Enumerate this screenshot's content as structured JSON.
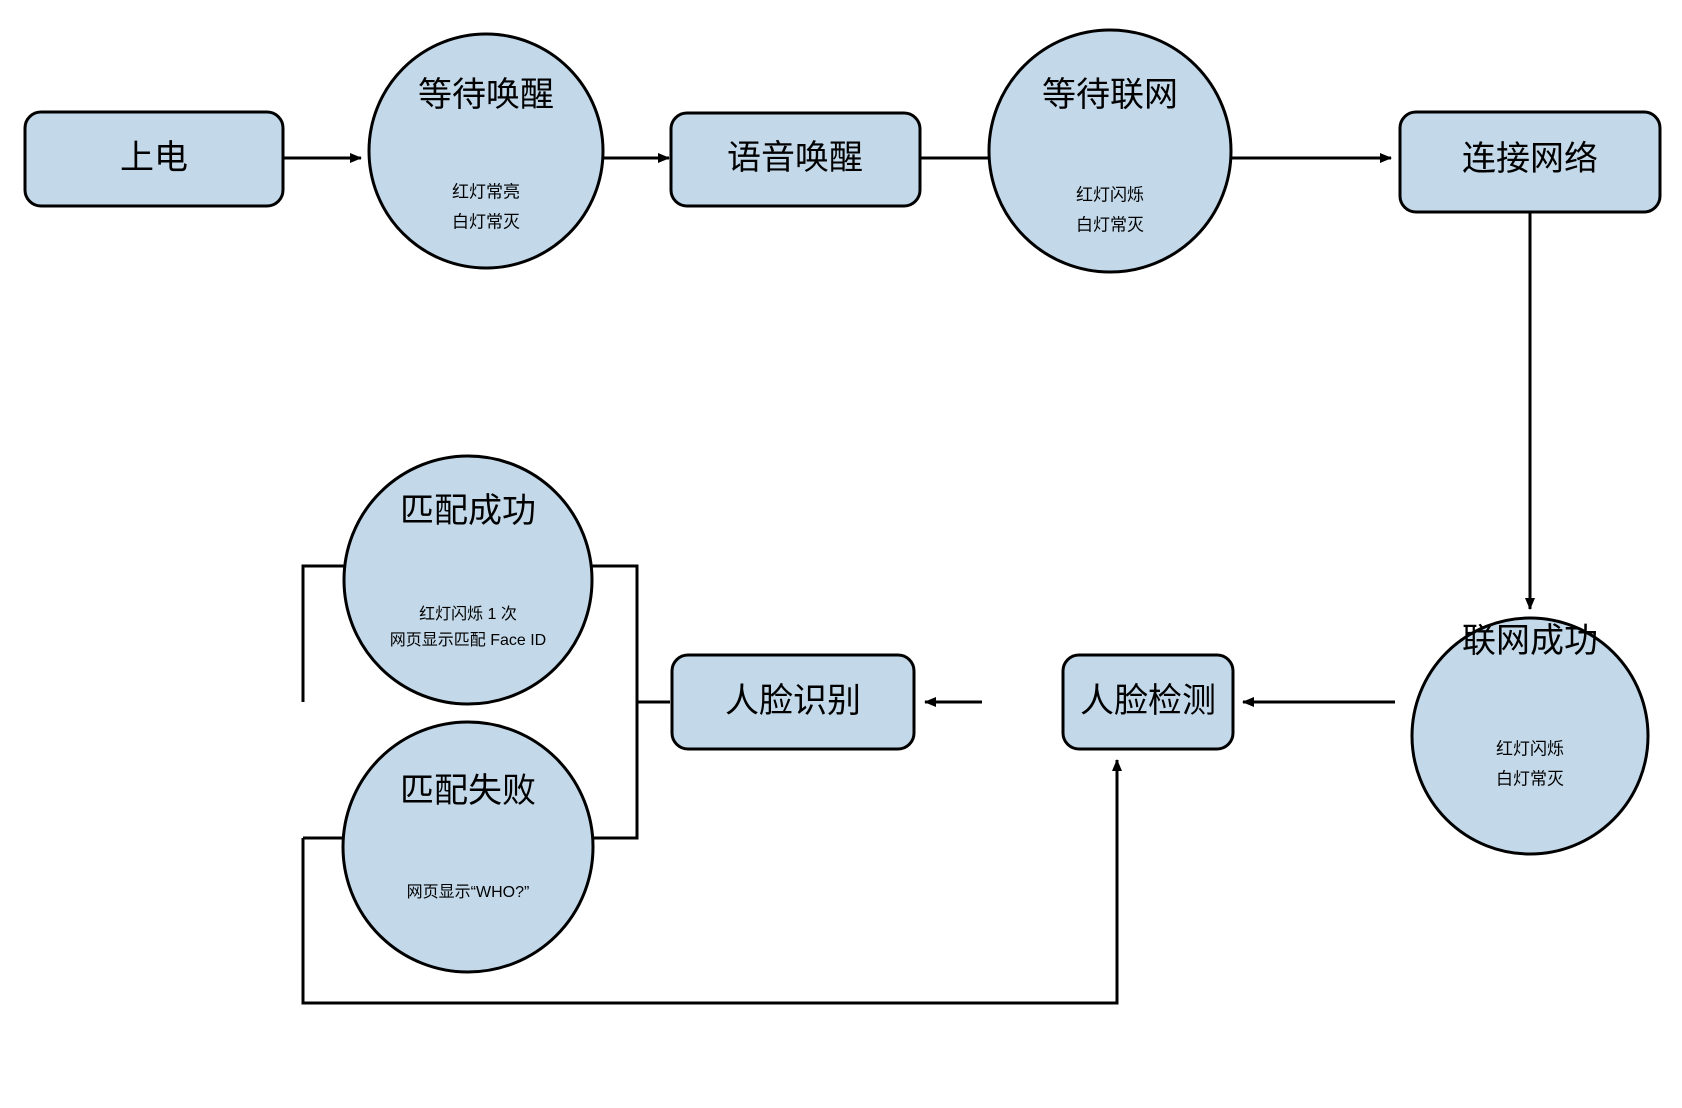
{
  "diagram": {
    "type": "flowchart",
    "background_color": "#ffffff",
    "node_fill_color": "#c3d9ea",
    "node_stroke_color": "#000000",
    "nodes": [
      {
        "id": "power-on",
        "shape": "rounded-rect",
        "title": "上电",
        "subtitle_lines": []
      },
      {
        "id": "wait-wakeup",
        "shape": "circle",
        "title": "等待唤醒",
        "subtitle_lines": [
          "红灯常亮",
          "白灯常灭"
        ]
      },
      {
        "id": "voice-wakeup",
        "shape": "rounded-rect",
        "title": "语音唤醒",
        "subtitle_lines": []
      },
      {
        "id": "wait-network",
        "shape": "circle",
        "title": "等待联网",
        "subtitle_lines": [
          "红灯闪烁",
          "白灯常灭"
        ]
      },
      {
        "id": "connect-network",
        "shape": "rounded-rect",
        "title": "连接网络",
        "subtitle_lines": []
      },
      {
        "id": "network-success",
        "shape": "circle",
        "title": "联网成功",
        "subtitle_lines": [
          "红灯闪烁",
          "白灯常灭"
        ]
      },
      {
        "id": "face-detect",
        "shape": "rounded-rect",
        "title": "人脸检测",
        "subtitle_lines": []
      },
      {
        "id": "face-recognize",
        "shape": "rounded-rect",
        "title": "人脸识别",
        "subtitle_lines": []
      },
      {
        "id": "match-success",
        "shape": "circle",
        "title": "匹配成功",
        "subtitle_lines": [
          "红灯闪烁 1 次",
          "网页显示匹配 Face ID"
        ]
      },
      {
        "id": "match-fail",
        "shape": "circle",
        "title": "匹配失败",
        "subtitle_lines": [
          "网页显示“WHO?”"
        ]
      }
    ],
    "edges": [
      {
        "id": "power-on-to-wait-wakeup",
        "from": "power-on",
        "to": "wait-wakeup",
        "arrow": true,
        "label": ""
      },
      {
        "id": "wait-wakeup-to-voice-wakeup",
        "from": "wait-wakeup",
        "to": "voice-wakeup",
        "arrow": true,
        "label": ""
      },
      {
        "id": "voice-wakeup-to-wait-network",
        "from": "voice-wakeup",
        "to": "wait-network",
        "arrow": true,
        "label": ""
      },
      {
        "id": "wait-network-to-connect-network",
        "from": "wait-network",
        "to": "connect-network",
        "arrow": true,
        "label": ""
      },
      {
        "id": "connect-network-to-network-success",
        "from": "connect-network",
        "to": "network-success",
        "arrow": true,
        "label": ""
      },
      {
        "id": "network-success-to-face-detect",
        "from": "network-success",
        "to": "face-detect",
        "arrow": true,
        "label": ""
      },
      {
        "id": "face-detect-to-face-recognize",
        "from": "face-detect",
        "to": "face-recognize",
        "arrow": true,
        "label": ""
      },
      {
        "id": "face-recognize-to-match-success",
        "from": "face-recognize",
        "to": "match-success",
        "arrow": false,
        "label": ""
      },
      {
        "id": "face-recognize-to-match-fail",
        "from": "face-recognize",
        "to": "match-fail",
        "arrow": false,
        "label": ""
      },
      {
        "id": "match-fail-to-face-detect-loop",
        "from": "match-fail",
        "to": "face-detect",
        "arrow": true,
        "label": ""
      }
    ]
  }
}
